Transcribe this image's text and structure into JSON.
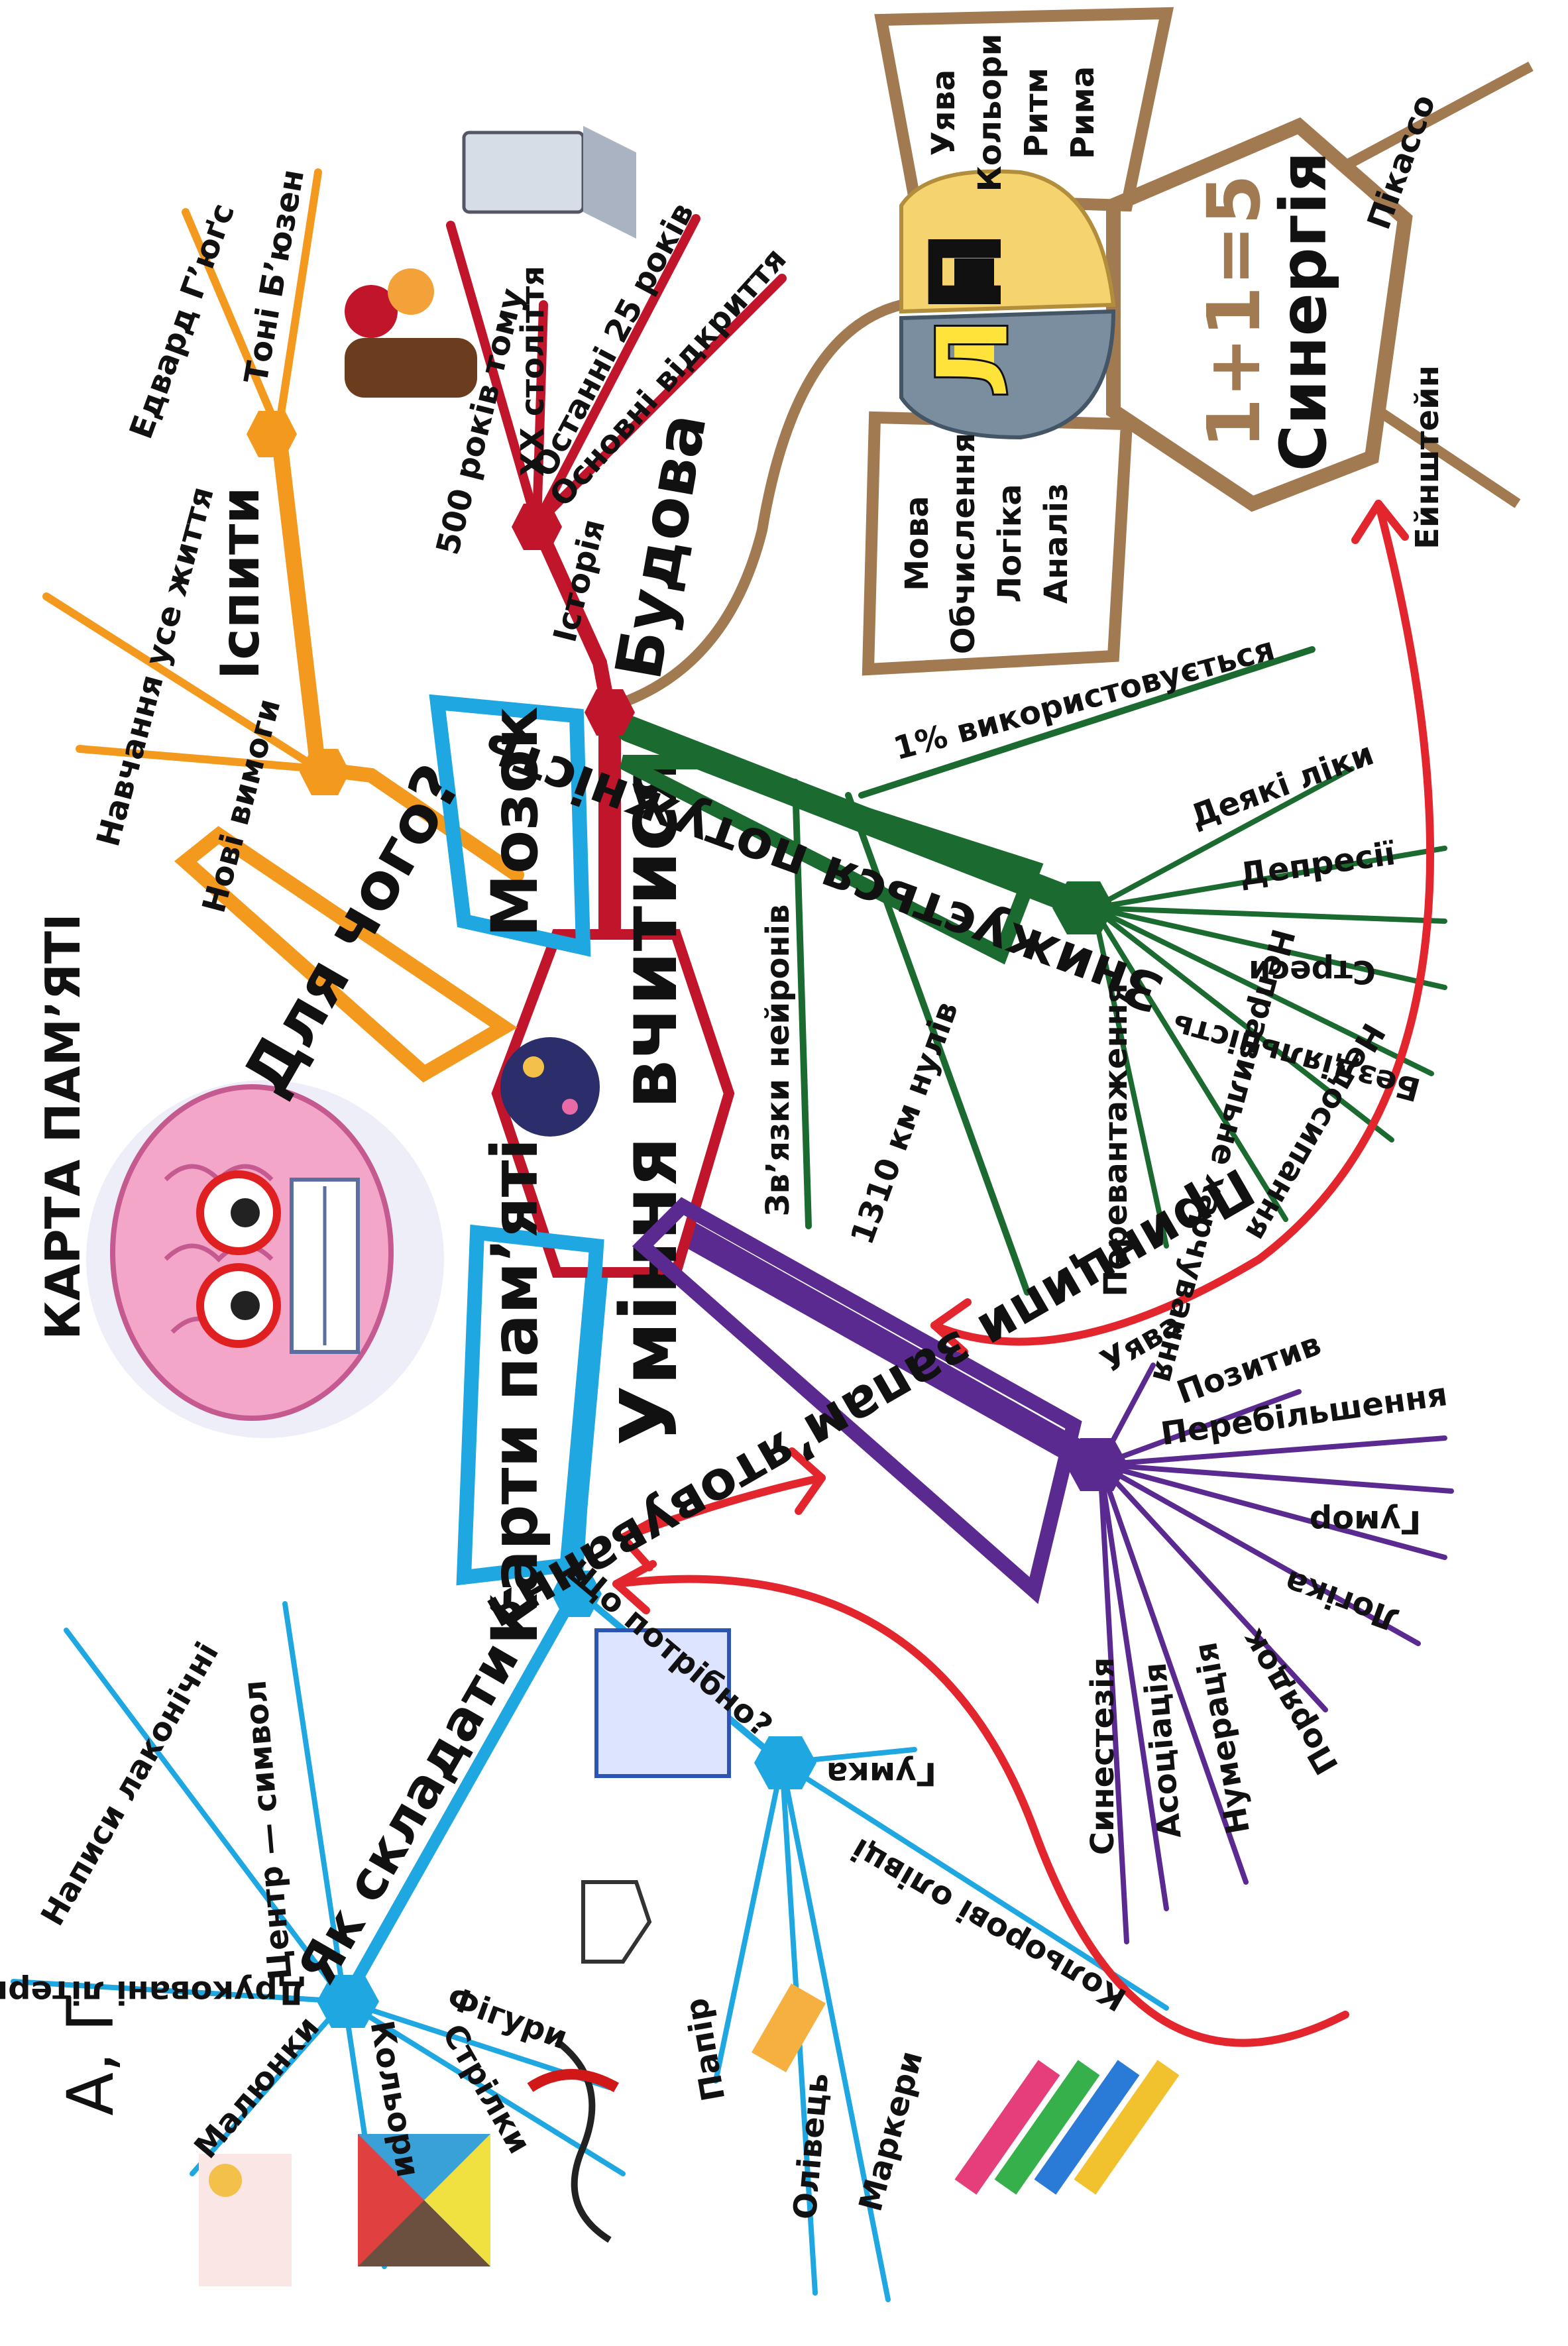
{
  "title": "КАРТА ПАМ’ЯТІ",
  "center": "Уміння вчитися",
  "colors": {
    "red": "#c0152a",
    "orange": "#f39a1e",
    "blue": "#1ea7e0",
    "green": "#1b6a30",
    "purple": "#5b2a91",
    "brown": "#a27a52",
    "arrow": "#e3262d"
  },
  "branches": {
    "mozok": {
      "label": "Мозок",
      "history": {
        "label": "Історія",
        "items": [
          "500 років тому",
          "ХХ століття",
          "Останні 25 років",
          "Основні відкриття"
        ]
      }
    },
    "dlya_choho": {
      "label": "Для чого?",
      "sub": [
        "Нові вимоги",
        "Іспити"
      ],
      "leaves": [
        "Навчання усе життя",
        "Едвард Г’юґс",
        "Тоні Б’юзен"
      ]
    },
    "budova": {
      "label": "Будова",
      "left_half": [
        "Мова",
        "Обчислення",
        "Логіка",
        "Аналіз"
      ],
      "right_half": [
        "Уява",
        "Кольори",
        "Ритм",
        "Рима"
      ],
      "hemisphere_letters": [
        "Л",
        "П"
      ],
      "synergy": {
        "formula": "1+1=5",
        "label": "Синергія",
        "leaves": [
          "Пікассо",
          "Ейнштейн"
        ]
      }
    },
    "znyzh": {
      "label": "Знижується потужність",
      "top_leaf": "1% використовується",
      "leaves": [
        "Деякі ліки",
        "Депресії",
        "Стреси",
        "Бездіяльність",
        "Недосипання",
        "Неправильне харчування",
        "Перевантаження"
      ],
      "bottom_leaves": [
        "Зв’язки нейронів",
        "1310 км нулів"
      ]
    },
    "pryntsypy": {
      "label": "Принципи запам’ятовування",
      "leaves": [
        "Уява",
        "Позитив",
        "Перебільшення",
        "Гумор",
        "Логіка",
        "Порядок",
        "Нумерація",
        "Асоціація",
        "Синестезія"
      ]
    },
    "karty": {
      "label": "Карти пам’яті",
      "yak": {
        "label": "Як складати",
        "leaves": [
          "Центр — символ",
          "Написи лаконічні",
          "Друковані літери",
          "Малюнки",
          "Кольори",
          "Стрілки",
          "Фігури"
        ],
        "letters": "А, Г"
      },
      "shcho": {
        "label": "Що потрібно?",
        "leaves": [
          "Гумка",
          "Кольорові олівці",
          "Маркери",
          "Олівець",
          "Папір"
        ]
      }
    }
  }
}
